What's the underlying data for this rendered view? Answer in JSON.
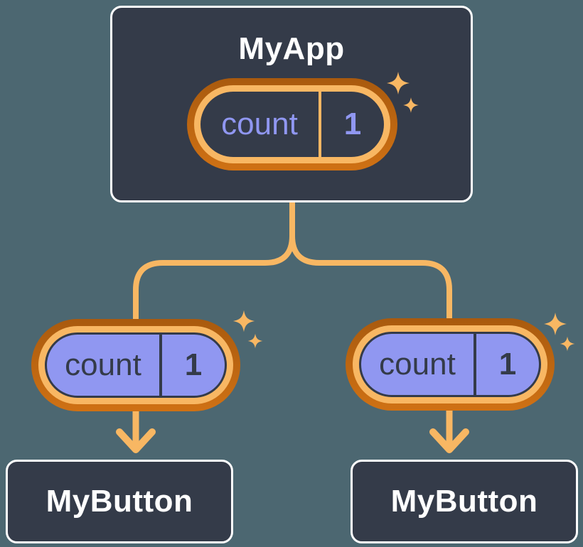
{
  "colors": {
    "background": "#4c6771",
    "node_fill": "#343b49",
    "node_border": "#ffffff",
    "accent_orange": "#f8b763",
    "accent_orange_deep_top": "#a95a0e",
    "accent_orange_deep_bottom": "#cf7114",
    "state_purple": "#9097f1",
    "dark_text": "#343b49",
    "white_text": "#ffffff"
  },
  "icons": {
    "sparkle": "four-point-star",
    "arrow": "downward-arrow"
  },
  "tree": {
    "root": {
      "title": "MyApp",
      "state": {
        "name": "count",
        "value": "1"
      }
    },
    "children": [
      {
        "title": "MyButton",
        "state": {
          "name": "count",
          "value": "1"
        }
      },
      {
        "title": "MyButton",
        "state": {
          "name": "count",
          "value": "1"
        }
      }
    ]
  }
}
